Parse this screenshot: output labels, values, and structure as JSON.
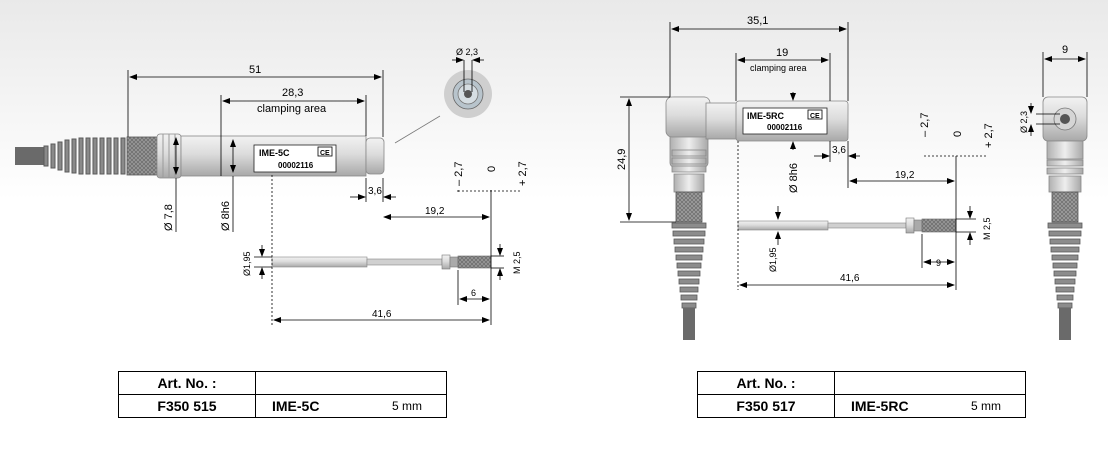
{
  "left": {
    "label_model": "IME-5C",
    "label_serial": "00002116",
    "ce": "CE",
    "dims": {
      "overall": "51",
      "clamping": "28,3",
      "clamping_text": "clamping area",
      "diam_body": "Ø 7,8",
      "diam_fit": "Ø 8h6",
      "tip": "3,6",
      "travel": "19,2",
      "minus": "– 2,7",
      "zero": "0",
      "plus": "+ 2,7",
      "rod_diam": "Ø1,95",
      "thread": "M 2,5",
      "thread_len": "6",
      "rod_len": "41,6",
      "end_diam": "Ø 2,3"
    }
  },
  "right": {
    "label_model": "IME-5RC",
    "label_serial": "00002116",
    "ce": "CE",
    "dims": {
      "overall": "35,1",
      "clamping": "19",
      "clamping_text": "clamping area",
      "height": "24,9",
      "diam_fit": "Ø 8h6",
      "tip": "3,6",
      "travel": "19,2",
      "minus": "– 2,7",
      "zero": "0",
      "plus": "+ 2,7",
      "rod_diam": "Ø1,95",
      "thread": "M 2,5",
      "thread_len": "9",
      "rod_len": "41,6",
      "side_width": "9",
      "side_diam": "Ø 2,3"
    }
  },
  "tables": [
    {
      "header": "Art. No. :",
      "art_no": "F350 515",
      "model": "IME-5C",
      "size": "5 mm"
    },
    {
      "header": "Art. No. :",
      "art_no": "F350 517",
      "model": "IME-5RC",
      "size": "5 mm"
    }
  ],
  "colors": {
    "body": "#d9d9d9",
    "cable": "#8c8c8c",
    "line": "#000000"
  }
}
